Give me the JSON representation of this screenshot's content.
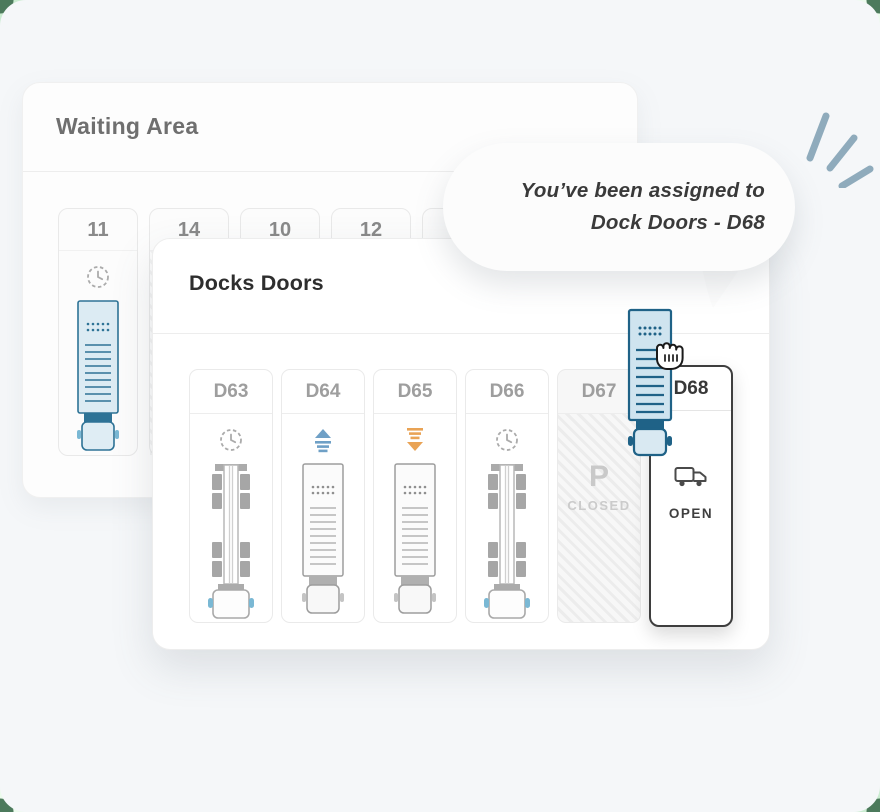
{
  "waiting_area": {
    "title": "Waiting Area",
    "slots": [
      {
        "number": "11",
        "status": "waiting-truck"
      },
      {
        "number": "14",
        "status": "closed-hatched"
      },
      {
        "number": "10",
        "status": "empty"
      },
      {
        "number": "12",
        "status": "empty"
      },
      {
        "number": "",
        "status": "empty"
      }
    ]
  },
  "dock_doors": {
    "title": "Docks Doors",
    "doors": [
      {
        "label": "D63",
        "status": "waiting"
      },
      {
        "label": "D64",
        "status": "loading"
      },
      {
        "label": "D65",
        "status": "unloading"
      },
      {
        "label": "D66",
        "status": "waiting"
      },
      {
        "label": "D67",
        "status": "closed",
        "status_primary": "P",
        "status_text": "CLOSED"
      },
      {
        "label": "D68",
        "status": "open",
        "status_text": "OPEN",
        "highlighted": true
      }
    ]
  },
  "notification": {
    "line1": "You’ve been assigned to",
    "line2": "Dock Doors - D68"
  },
  "colors": {
    "accent_blue": "#2e7396",
    "loading_arrow_blue": "#6fa0c6",
    "unloading_arrow_orange": "#e9a355",
    "highlight_border": "#3e3e3e",
    "ding_strokes": "#8fabbc",
    "corner_green": "#4c7a5c"
  }
}
